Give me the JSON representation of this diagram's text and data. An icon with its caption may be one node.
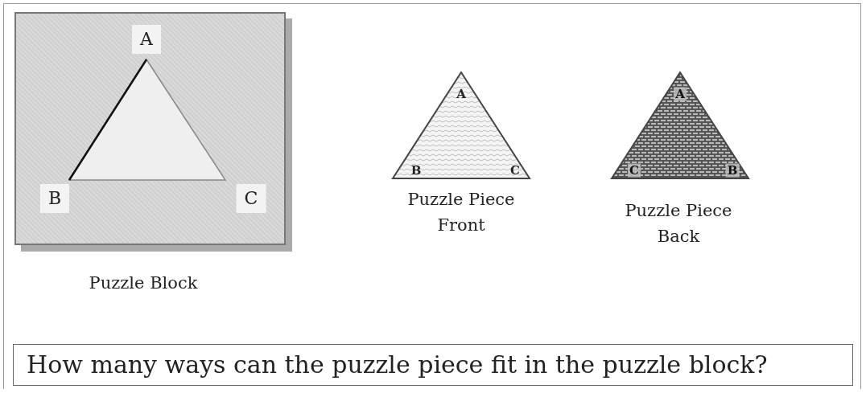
{
  "diagram": {
    "nodes": [
      {
        "text": [
          "A",
          "B",
          "C"
        ],
        "beside": [
          "Puzzle Block"
        ]
      },
      {
        "text": [
          "A",
          "B",
          "C"
        ],
        "beside": [
          "Puzzle Piece Front"
        ]
      },
      {
        "text": [
          "A",
          "C",
          "B"
        ],
        "beside": [
          "Puzzle Piece Back"
        ]
      },
      {
        "text": [
          "How many ways can the puzzle piece fit in the puzzle block?"
        ]
      }
    ]
  }
}
